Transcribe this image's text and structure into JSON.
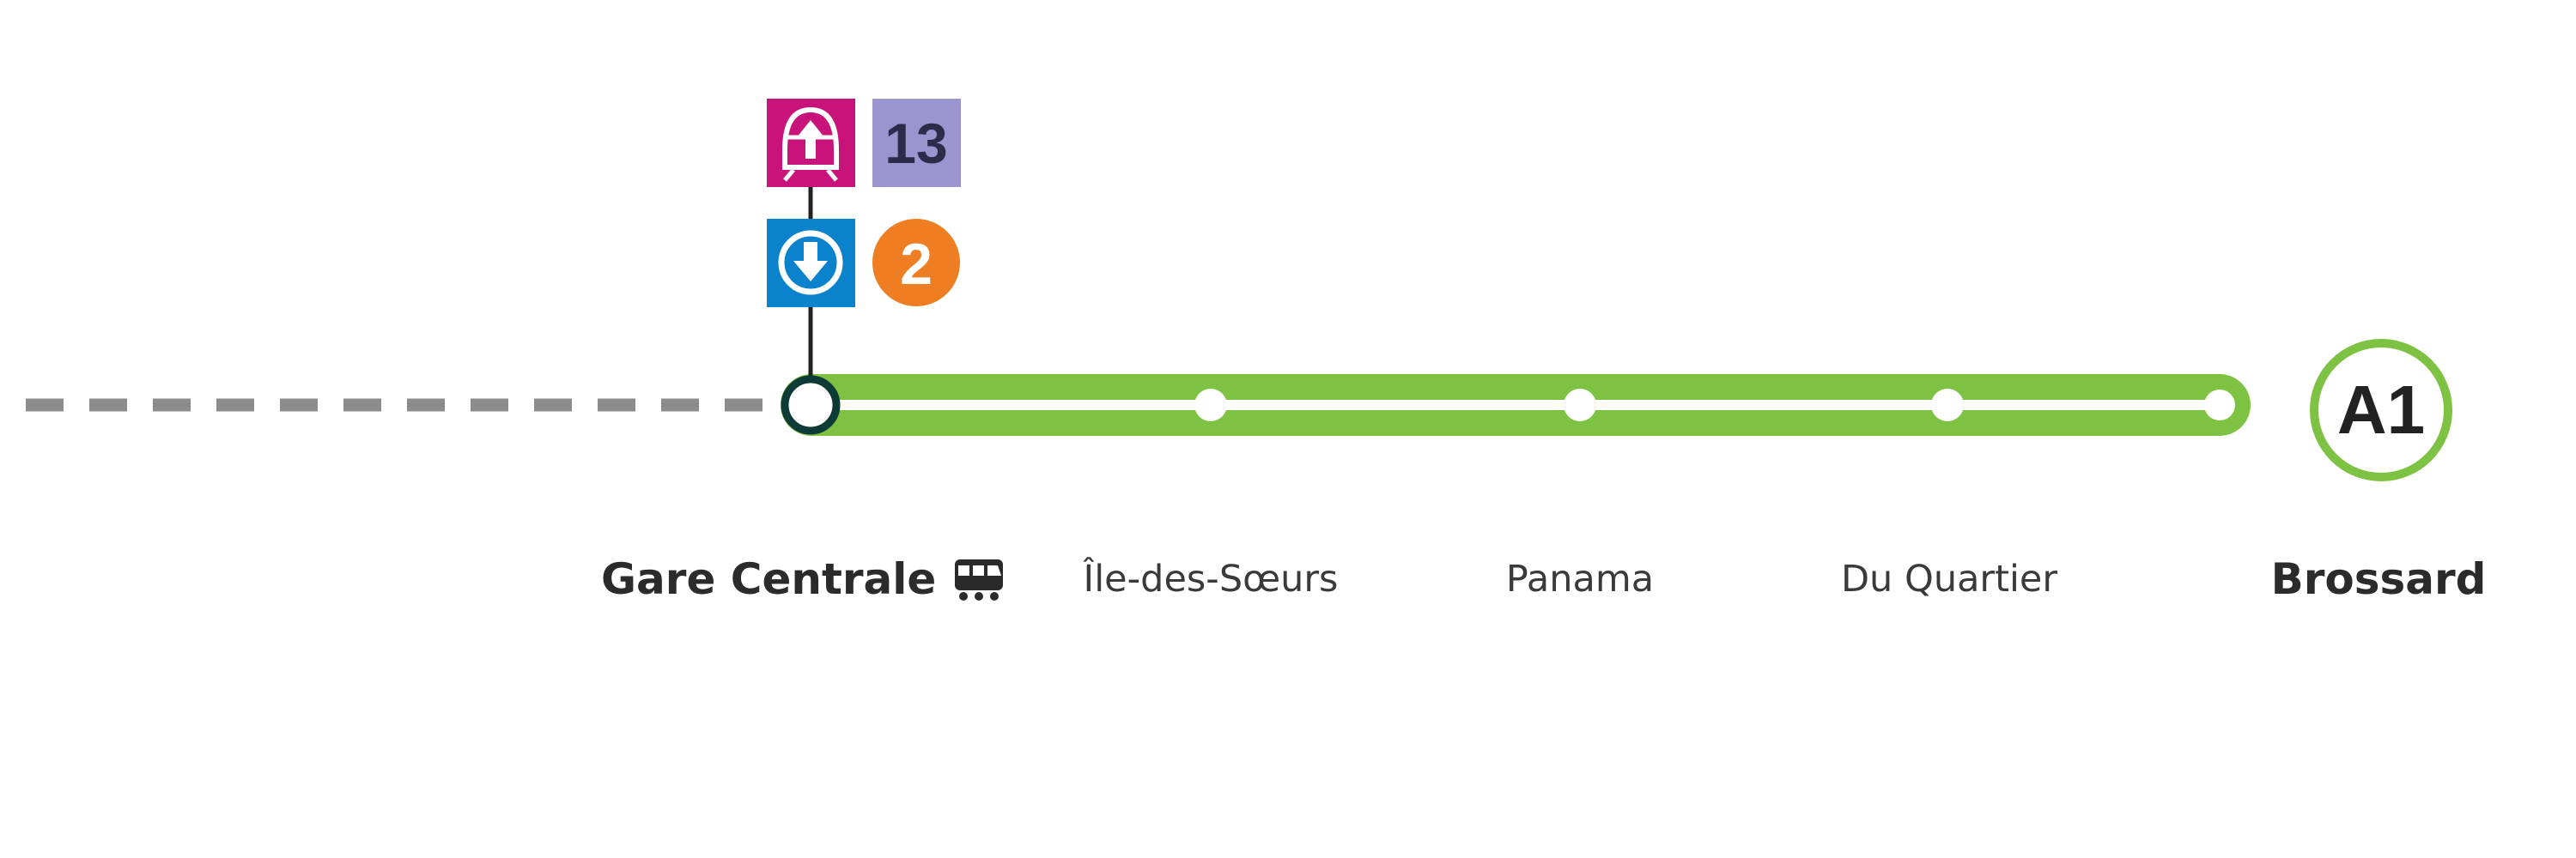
{
  "line": {
    "id": "A1",
    "color": "#7dc242",
    "inner_color": "#ffffff",
    "westward_extension": "dashed",
    "dash_color": "#8c8c8c"
  },
  "stations": [
    {
      "name": "Gare Centrale",
      "terminus": true,
      "connections": [
        "train-icon"
      ]
    },
    {
      "name": "Île-des-Sœurs",
      "terminus": false
    },
    {
      "name": "Panama",
      "terminus": false
    },
    {
      "name": "Du Quartier",
      "terminus": false
    },
    {
      "name": "Brossard",
      "terminus": true
    }
  ],
  "connections": {
    "exo_train": {
      "icon": "exo-train-icon",
      "color": "#c8137b",
      "line": "13",
      "line_color": "#9b95cf"
    },
    "metro": {
      "icon": "metro-icon",
      "color": "#0b83cc",
      "line": "2",
      "line_color": "#ef7d22"
    }
  }
}
